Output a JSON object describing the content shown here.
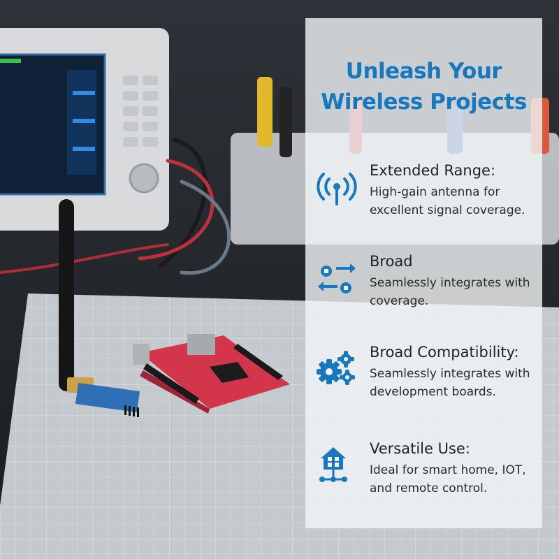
{
  "headline": {
    "line1": "Unleash Your",
    "line2": "Wireless Projects"
  },
  "features": [
    {
      "icon": "wireless-signal-icon",
      "title": "Extended Range:",
      "desc_line1": "High-gain antenna for",
      "desc_line2": "excellent signal coverage."
    },
    {
      "icon": "connectivity-arrows-icon",
      "title": "Broad",
      "desc_line1": "Seamlessly integrates with",
      "desc_line2": "coverage."
    },
    {
      "icon": "gears-icon",
      "title": "Broad Compatibility:",
      "desc_line1": "Seamlessly integrates with",
      "desc_line2": "development boards."
    },
    {
      "icon": "smart-home-icon",
      "title": "Versatile Use:",
      "desc_line1": "Ideal for smart home, IOT,",
      "desc_line2": "and remote control."
    }
  ],
  "colors": {
    "accent": "#1678be",
    "panel": "#f4f6f8",
    "board": "#d3364a",
    "module": "#2f6fb5"
  }
}
